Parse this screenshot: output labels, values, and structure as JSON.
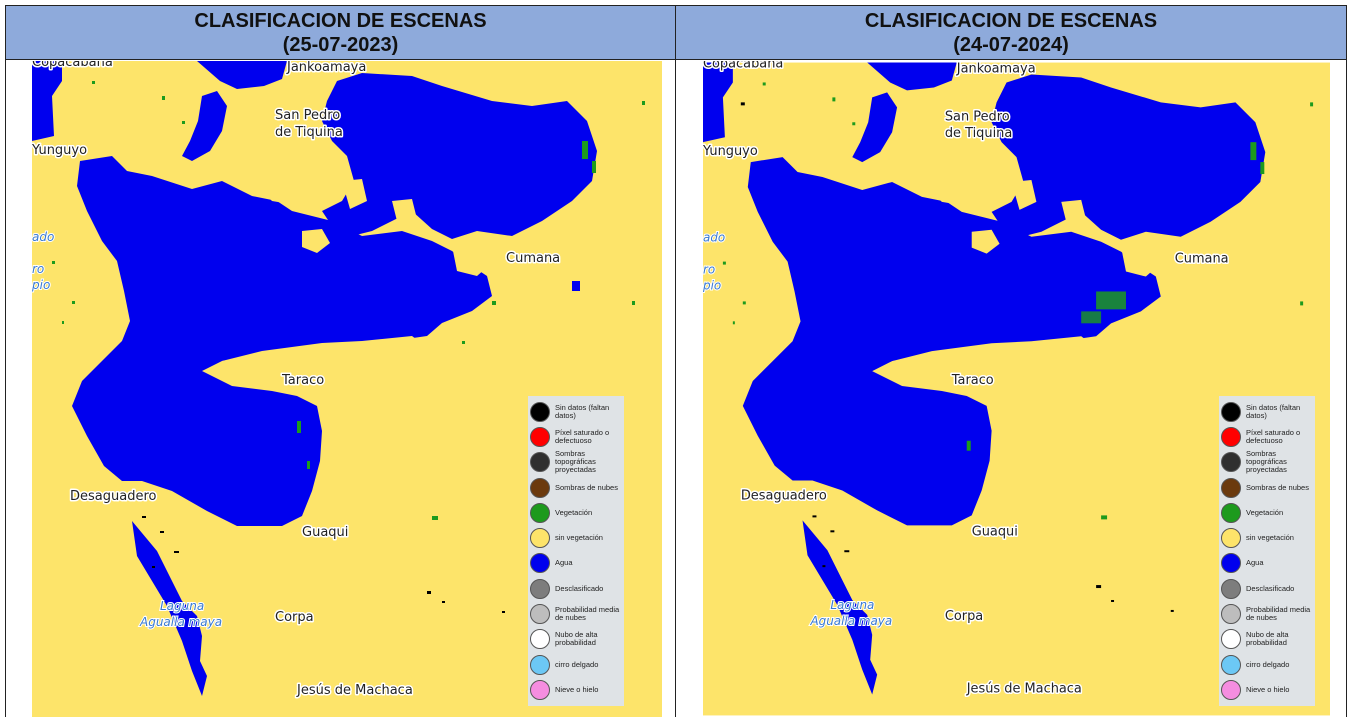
{
  "panels": [
    {
      "title_line1": "CLASIFICACION DE ESCENAS",
      "title_line2": "(25-07-2023)",
      "labels": {
        "copacabana": "Copacabana",
        "jankoamaya": "Jankoamaya",
        "san_pedro_1": "San Pedro",
        "san_pedro_2": "de Tiquina",
        "yunguyo": "Yunguyo",
        "cumana": "Cumana",
        "taraco": "Taraco",
        "desaguadero": "Desaguadero",
        "guaqui": "Guaqui",
        "laguna_1": "Laguna",
        "laguna_2": "Agualla maya",
        "corpa": "Corpa",
        "jesus": "Jesús de Machaca",
        "edge_1": "ado",
        "edge_2": "ro",
        "edge_3": "pio"
      }
    },
    {
      "title_line1": "CLASIFICACION DE ESCENAS",
      "title_line2": "(24-07-2024)",
      "labels": {
        "copacabana": "Copacabana",
        "jankoamaya": "Jankoamaya",
        "san_pedro_1": "San Pedro",
        "san_pedro_2": "de Tiquina",
        "yunguyo": "Yunguyo",
        "cumana": "Cumana",
        "taraco": "Taraco",
        "desaguadero": "Desaguadero",
        "guaqui": "Guaqui",
        "laguna_1": "Laguna",
        "laguna_2": "Agualla maya",
        "corpa": "Corpa",
        "jesus": "Jesús de Machaca",
        "edge_1": "ado",
        "edge_2": "ro",
        "edge_3": "pio"
      }
    }
  ],
  "legend": [
    {
      "label": "Sin datos (faltan datos)",
      "color": "#000000"
    },
    {
      "label": "Píxel saturado o defectuoso",
      "color": "#ff0000"
    },
    {
      "label": "Sombras topográficas proyectadas",
      "color": "#2f2f2f"
    },
    {
      "label": "Sombras de nubes",
      "color": "#6b3a0e"
    },
    {
      "label": "Vegetación",
      "color": "#1d9a1d"
    },
    {
      "label": "sin vegetación",
      "color": "#fde46a"
    },
    {
      "label": "Agua",
      "color": "#0000ee"
    },
    {
      "label": "Desclasificado",
      "color": "#7d7d7d"
    },
    {
      "label": "Probabilidad media de nubes",
      "color": "#bdbdbd"
    },
    {
      "label": "Nubo de alta probabilidad",
      "color": "#ffffff"
    },
    {
      "label": "cirro delgado",
      "color": "#6cc8f5"
    },
    {
      "label": "Nieve o hielo",
      "color": "#f58de0"
    }
  ],
  "colors": {
    "header_bg": "#8eaadb",
    "land": "#fde46a",
    "water": "#0000ee",
    "vegetation": "#1d9a1d"
  }
}
